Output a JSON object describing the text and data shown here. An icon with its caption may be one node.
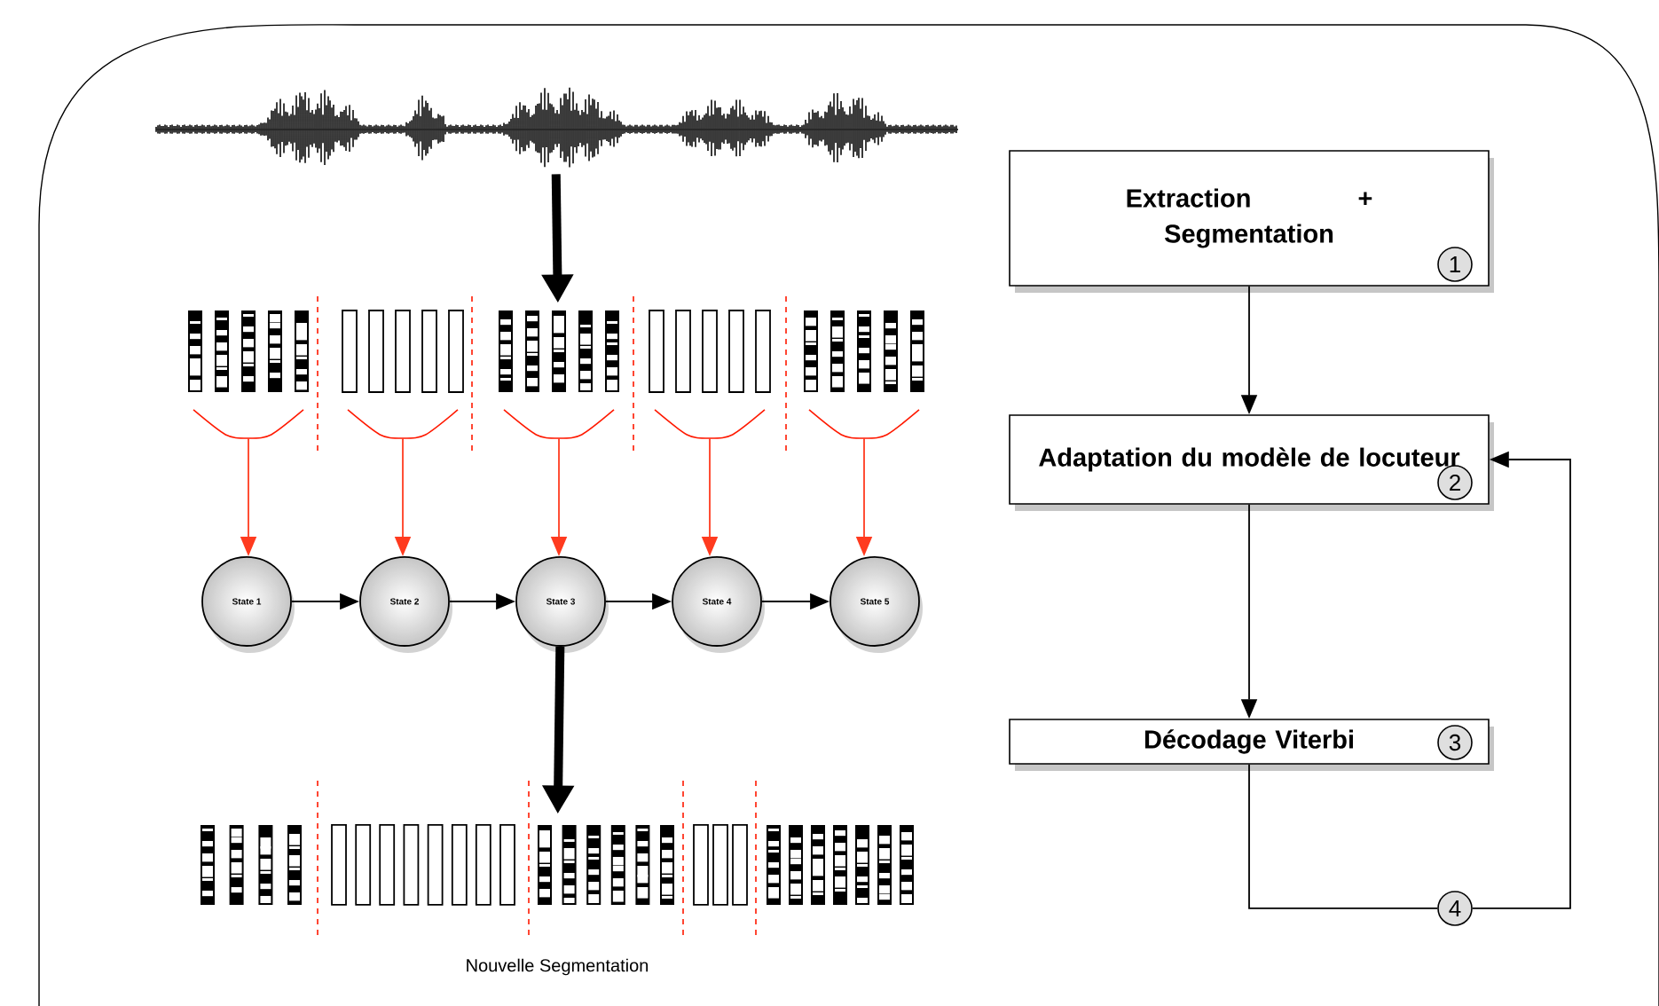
{
  "diagram": {
    "nodes": [
      {
        "text": [
          "Extraction + Segmentation",
          "1"
        ]
      },
      {
        "text": [
          "Adaptation du modèle de locuteur",
          "2"
        ]
      },
      {
        "text": [
          "Décodage Viterbi",
          "3"
        ]
      },
      {
        "text": [
          "4"
        ]
      },
      {
        "text": [
          "State 1"
        ]
      },
      {
        "text": [
          "State 2"
        ]
      },
      {
        "text": [
          "State 3"
        ]
      },
      {
        "text": [
          "State 4"
        ]
      },
      {
        "text": [
          "State 5"
        ]
      },
      {
        "text": [],
        "shape": "picture"
      },
      {
        "text": [],
        "shape": "picture"
      },
      {
        "text": [],
        "shape": "picture"
      },
      {
        "text": [],
        "shape": "picture"
      },
      {
        "text": [],
        "shape": "picture"
      },
      {
        "text": [],
        "shape": "picture"
      },
      {
        "text": [],
        "shape": "picture"
      }
    ],
    "labels": [
      "Nouvelle Segmentation"
    ],
    "edges": [
      {
        "from": 0,
        "to": 1,
        "arrow": "to"
      },
      {
        "from": 1,
        "to": 2,
        "arrow": "to"
      },
      {
        "from": 2,
        "to": 3,
        "arrow": "none"
      },
      {
        "from": 3,
        "to": 1,
        "arrow": "to"
      },
      {
        "from": 4,
        "to": 5,
        "arrow": "to"
      },
      {
        "from": 5,
        "to": 6,
        "arrow": "to"
      },
      {
        "from": 6,
        "to": 7,
        "arrow": "to"
      },
      {
        "from": 7,
        "to": 8,
        "arrow": "to"
      },
      {
        "from": 9,
        "to": 12,
        "arrow": "to",
        "style": "thick"
      },
      {
        "from": 10,
        "to": 4,
        "arrow": "to",
        "color": "#ff3b1f"
      },
      {
        "from": 11,
        "to": 5,
        "arrow": "to",
        "color": "#ff3b1f"
      },
      {
        "from": 12,
        "to": 6,
        "arrow": "to",
        "color": "#ff3b1f"
      },
      {
        "from": 13,
        "to": 7,
        "arrow": "to",
        "color": "#ff3b1f"
      },
      {
        "from": 14,
        "to": 8,
        "arrow": "to",
        "color": "#ff3b1f"
      },
      {
        "from": 6,
        "to": 15,
        "arrow": "to",
        "style": "thick"
      }
    ]
  }
}
